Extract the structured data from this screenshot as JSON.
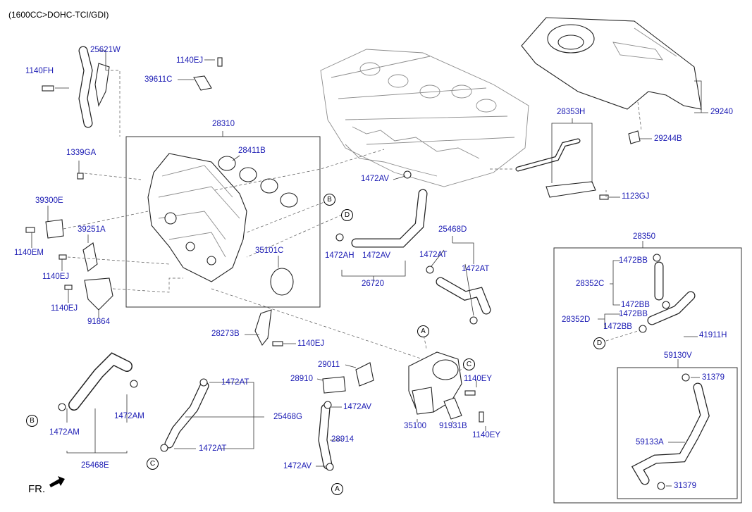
{
  "header": {
    "engine_spec": "(1600CC>DOHC-TCI/GDI)"
  },
  "footer": {
    "front_marker": "FR."
  },
  "callouts": {
    "a": "A",
    "b": "B",
    "c": "C",
    "d": "D"
  },
  "parts": {
    "p25621W": "25621W",
    "p1140FH": "1140FH",
    "p1140EJ_top": "1140EJ",
    "p39611C": "39611C",
    "p28310": "28310",
    "p1339GA": "1339GA",
    "p28411B": "28411B",
    "p39300E": "39300E",
    "p1140EM": "1140EM",
    "p39251A": "39251A",
    "p1140EJ_a": "1140EJ",
    "p1140EJ_b": "1140EJ",
    "p91864": "91864",
    "p35101C": "35101C",
    "p28273B": "28273B",
    "p1140EJ_c": "1140EJ",
    "p1472AV_top": "1472AV",
    "p1472AH": "1472AH",
    "p1472AV_mid": "1472AV",
    "p26720": "26720",
    "p25468D": "25468D",
    "p1472AT_a": "1472AT",
    "p1472AT_b": "1472AT",
    "p28353H": "28353H",
    "p1123GJ": "1123GJ",
    "p29240": "29240",
    "p29244B": "29244B",
    "p28350": "28350",
    "p1472BB_a": "1472BB",
    "p28352C": "28352C",
    "p1472BB_b": "1472BB",
    "p28352D": "28352D",
    "p1472BB_c": "1472BB",
    "p1472BB_d": "1472BB",
    "p41911H": "41911H",
    "p59130V": "59130V",
    "p31379_a": "31379",
    "p59133A": "59133A",
    "p31379_b": "31379",
    "p29011": "29011",
    "p28910": "28910",
    "p1472AV_c": "1472AV",
    "p28914": "28914",
    "p1472AV_d": "1472AV",
    "p35100": "35100",
    "p91931B": "91931B",
    "p1140EY_a": "1140EY",
    "p1140EY_b": "1140EY",
    "p1472AT_c": "1472AT",
    "p25468G": "25468G",
    "p1472AT_d": "1472AT",
    "p1472AM_a": "1472AM",
    "p1472AM_b": "1472AM",
    "p25468E": "25468E"
  }
}
